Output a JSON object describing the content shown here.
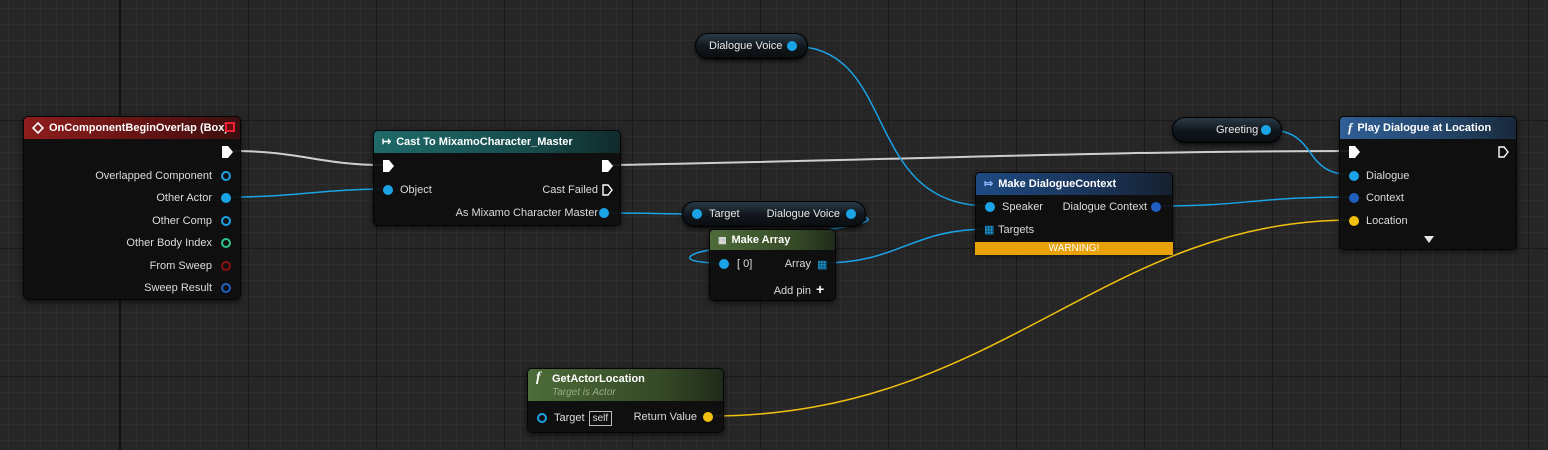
{
  "nodes": {
    "overlap": {
      "title": "OnComponentBeginOverlap (Box)",
      "pins": [
        "Overlapped Component",
        "Other Actor",
        "Other Comp",
        "Other Body Index",
        "From Sweep",
        "Sweep Result"
      ]
    },
    "cast": {
      "title": "Cast To MixamoCharacter_Master",
      "object": "Object",
      "cast_failed": "Cast Failed",
      "as_master": "As Mixamo Character Master"
    },
    "dialogue_voice_var": {
      "label": "Dialogue Voice"
    },
    "target_get": {
      "target": "Target",
      "output": "Dialogue Voice"
    },
    "make_array": {
      "title": "Make Array",
      "index": "[ 0]",
      "array": "Array",
      "add_pin": "Add pin"
    },
    "make_context": {
      "title": "Make DialogueContext",
      "speaker": "Speaker",
      "targets": "Targets",
      "output": "Dialogue Context",
      "warning": "WARNING!"
    },
    "greeting_var": {
      "label": "Greeting"
    },
    "play_dialogue": {
      "title": "Play Dialogue at Location",
      "dialogue": "Dialogue",
      "context": "Context",
      "location": "Location"
    },
    "get_location": {
      "title": "GetActorLocation",
      "subtitle": "Target is Actor",
      "target": "Target",
      "self": "self",
      "return": "Return Value"
    }
  },
  "colors": {
    "object_pin": "#1aa3e6",
    "vector_pin": "#f2c10f",
    "exec_wire": "#cfcfcf",
    "warning": "#e9a10a"
  }
}
